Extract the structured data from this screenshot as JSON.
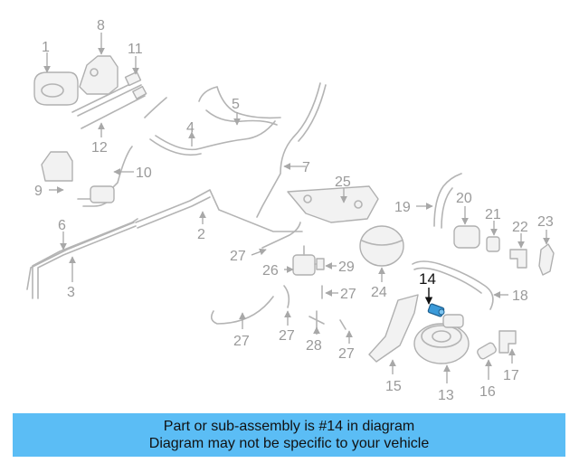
{
  "diagram": {
    "colors": {
      "line": "#b4b4b4",
      "callout": "#9a9a9a",
      "highlight_part": "#3a9ad9",
      "highlight_text": "#111111"
    },
    "callouts": {
      "c1": "1",
      "c2": "2",
      "c3": "3",
      "c4": "4",
      "c5": "5",
      "c6": "6",
      "c7": "7",
      "c8": "8",
      "c9": "9",
      "c10": "10",
      "c11": "11",
      "c12": "12",
      "c13": "13",
      "c14": "14",
      "c15": "15",
      "c16": "16",
      "c17": "17",
      "c18": "18",
      "c19": "19",
      "c20": "20",
      "c21": "21",
      "c22": "22",
      "c23": "23",
      "c24": "24",
      "c25": "25",
      "c26": "26",
      "c27a": "27",
      "c27b": "27",
      "c27c": "27",
      "c27d": "27",
      "c27e": "27",
      "c28": "28",
      "c29": "29"
    },
    "highlighted_part": "14"
  },
  "banner": {
    "background": "#5bbdf5",
    "line1": "Part or sub-assembly is #14 in diagram",
    "line2": "Diagram may not be specific to your vehicle"
  }
}
